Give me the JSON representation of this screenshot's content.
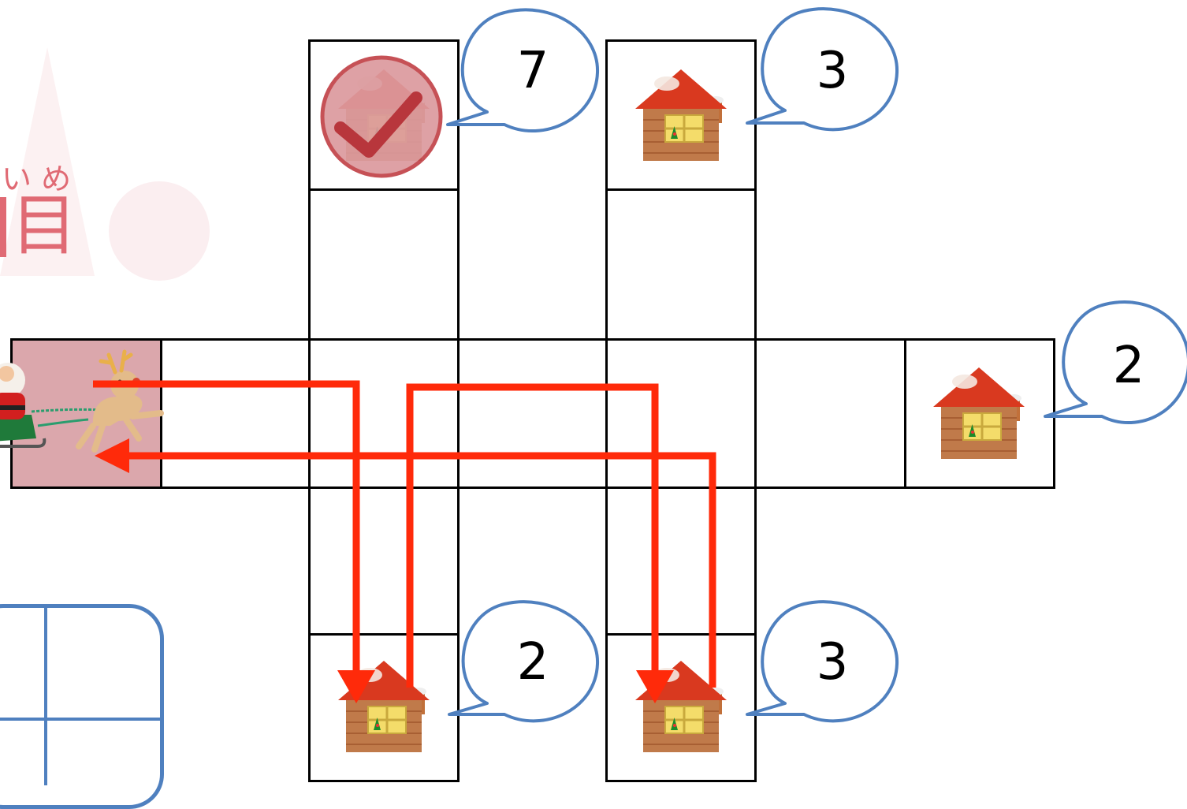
{
  "header": {
    "day_kana": "い め",
    "day_kanji": "目"
  },
  "board": {
    "start_cell_color": "#dba7ac",
    "route_color": "#ff2a0a",
    "callout_color": "#4f80bf",
    "houses": [
      {
        "id": "top-left",
        "count": "7",
        "delivered": true
      },
      {
        "id": "top-right",
        "count": "3",
        "delivered": false
      },
      {
        "id": "right",
        "count": "2",
        "delivered": false
      },
      {
        "id": "bottom-left",
        "count": "2",
        "delivered": false
      },
      {
        "id": "bottom-right",
        "count": "3",
        "delivered": false
      }
    ]
  },
  "inventory": {
    "items": [
      "gift-box-icon",
      "gift-box-icon",
      "gift-box-icon",
      "grass-icon"
    ]
  }
}
